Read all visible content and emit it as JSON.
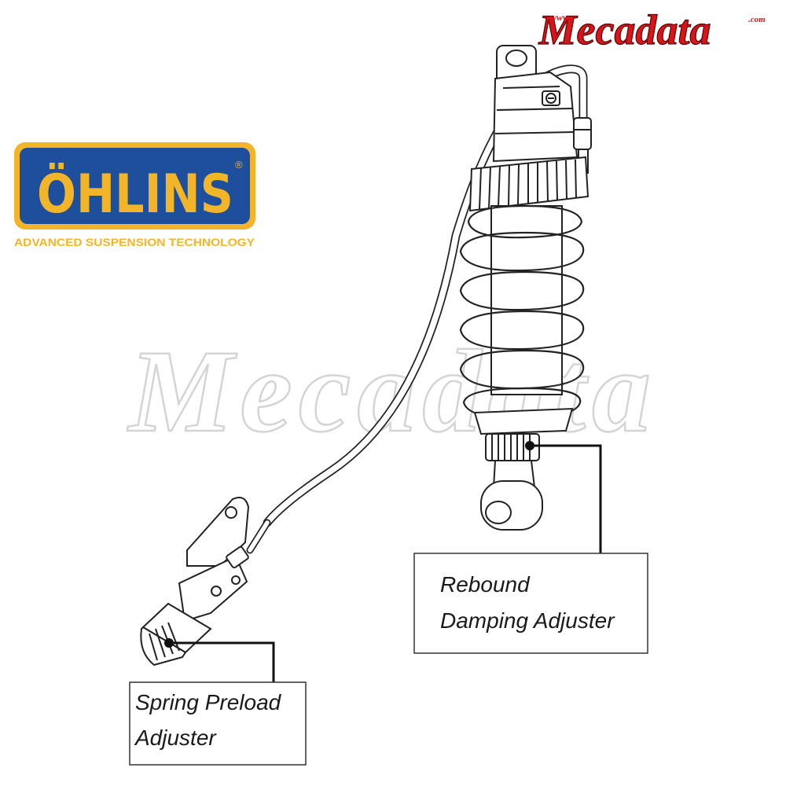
{
  "brand": {
    "mecadata_logo_text": "Mecadata",
    "mecadata_www": "www.",
    "mecadata_com": ".com",
    "watermark_text": "Mecadata",
    "ohlins_wordmark": "ÖHLINS",
    "ohlins_registered": "®",
    "ohlins_tagline": "ADVANCED SUSPENSION TECHNOLOGY"
  },
  "labels": {
    "rebound": {
      "line1": "Rebound",
      "line2": "Damping Adjuster"
    },
    "preload": {
      "line1": "Spring Preload",
      "line2": "Adjuster"
    }
  },
  "colors": {
    "mecadata_red": "#d8151b",
    "ohlins_blue": "#1d4f9c",
    "ohlins_gold": "#f2b52a",
    "line_art": "#222222",
    "watermark": "#e6e6e6"
  }
}
